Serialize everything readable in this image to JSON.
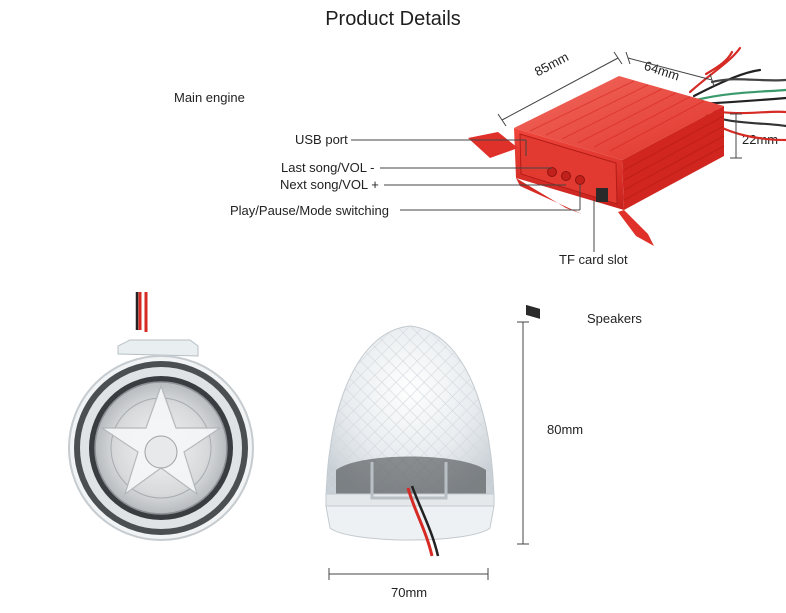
{
  "page": {
    "title": "Product Details"
  },
  "main_engine": {
    "heading": "Main engine",
    "labels": {
      "usb_port": "USB port",
      "last_song": "Last song/VOL -",
      "next_song": "Next song/VOL +",
      "play_pause": "Play/Pause/Mode switching",
      "tf_card": "TF card slot"
    },
    "dimensions": {
      "length": "85mm",
      "width": "64mm",
      "height": "22mm"
    },
    "body_color": "#e8302a"
  },
  "speakers": {
    "heading": "Speakers",
    "dimensions": {
      "height": "80mm",
      "width": "70mm"
    }
  }
}
